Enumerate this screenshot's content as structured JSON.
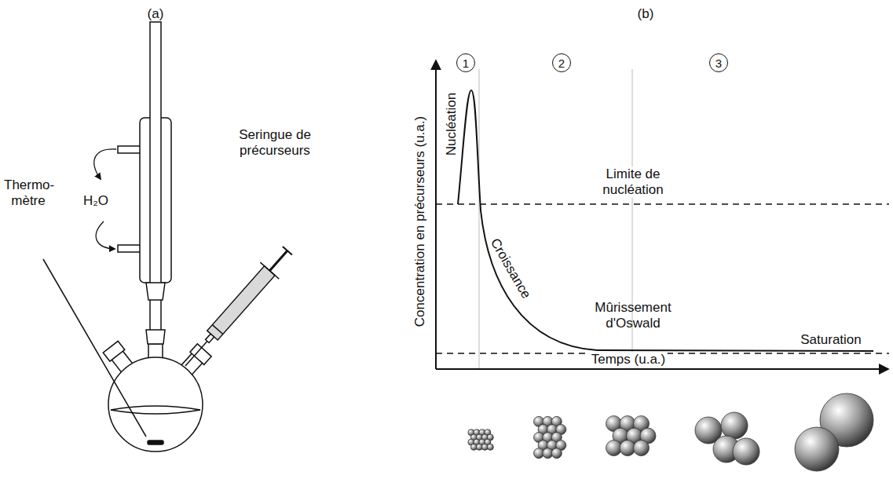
{
  "diagram": {
    "nodes": [
      {
        "text": [
          "1"
        ]
      },
      {
        "text": [
          "2"
        ]
      },
      {
        "text": [
          "3"
        ]
      }
    ],
    "labels": [
      "(a)",
      "(b)",
      "H₂O",
      "Seringue de précurseurs",
      "Thermo- mètre",
      "Concentration en précurseurs (u.a.)",
      "Nucléation",
      "Limite de nucléation",
      "Croissance",
      "Mûrissement d'Oswald",
      "Saturation",
      "Temps (u.a.)"
    ]
  }
}
